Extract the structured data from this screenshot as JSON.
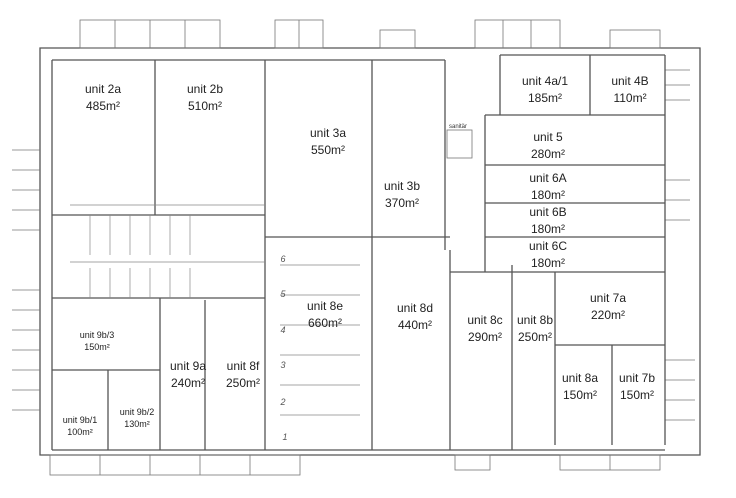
{
  "title": "Floor plan units",
  "units": [
    {
      "name": "unit 2a",
      "area": "485m²"
    },
    {
      "name": "unit 2b",
      "area": "510m²"
    },
    {
      "name": "unit 3a",
      "area": "550m²"
    },
    {
      "name": "unit 3b",
      "area": "370m²"
    },
    {
      "name": "unit 4a/1",
      "area": "185m²"
    },
    {
      "name": "unit 4B",
      "area": "110m²"
    },
    {
      "name": "unit 5",
      "area": "280m²"
    },
    {
      "name": "unit 6A",
      "area": "180m²"
    },
    {
      "name": "unit 6B",
      "area": "180m²"
    },
    {
      "name": "unit 6C",
      "area": "180m²"
    },
    {
      "name": "unit 8e",
      "area": "660m²"
    },
    {
      "name": "unit 8d",
      "area": "440m²"
    },
    {
      "name": "unit 8c",
      "area": "290m²"
    },
    {
      "name": "unit 8b",
      "area": "250m²"
    },
    {
      "name": "unit 7a",
      "area": "220m²"
    },
    {
      "name": "unit 8a",
      "area": "150m²"
    },
    {
      "name": "unit 7b",
      "area": "150m²"
    },
    {
      "name": "unit 9b/3",
      "area": "150m²"
    },
    {
      "name": "unit 9a",
      "area": "240m²"
    },
    {
      "name": "unit 8f",
      "area": "250m²"
    },
    {
      "name": "unit 9b/1",
      "area": "100m²"
    },
    {
      "name": "unit 9b/2",
      "area": "130m²"
    }
  ],
  "sanitary_label": "sanitär",
  "bay_numbers": [
    "1",
    "2",
    "3",
    "4",
    "5",
    "6"
  ]
}
